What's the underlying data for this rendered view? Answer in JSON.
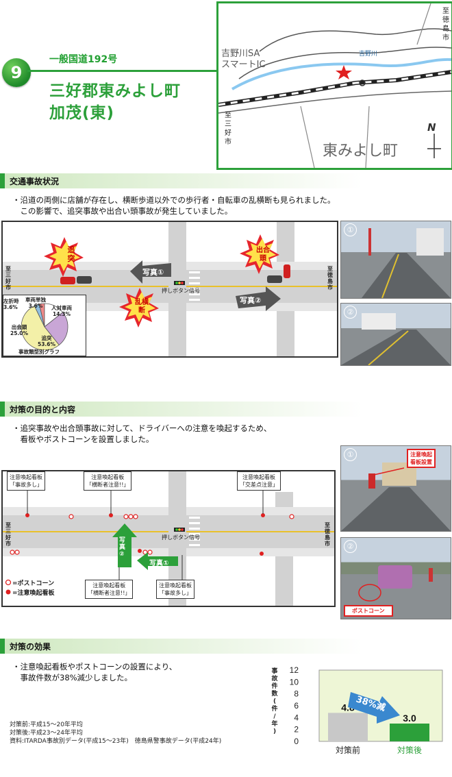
{
  "header": {
    "number": "9",
    "route": "一般国道192号",
    "title_line1": "三好郡東みよし町",
    "title_line2": "加茂(東)"
  },
  "map": {
    "to_tokushima": [
      "至",
      "徳",
      "島",
      "市"
    ],
    "to_miyoshi": [
      "至",
      "三",
      "好",
      "市"
    ],
    "sa_label_1": "吉野川SA",
    "sa_label_2": "スマートIC",
    "river_label": "吉野川",
    "town_label": "東みよし町",
    "north": "N"
  },
  "section1": {
    "heading": "交通事故状況",
    "text1": "・沿道の両側に店舗が存在し、横断歩道以外での歩行者・自転車の乱横断も見られました。",
    "text2": "　この影響で、追突事故や出合い頭事故が発生していました。"
  },
  "diagram1": {
    "left_end": [
      "至",
      "三",
      "好",
      "市"
    ],
    "right_end": [
      "至",
      "徳",
      "島",
      "市"
    ],
    "burst_rear": "追突",
    "burst_cross": "乱横断",
    "burst_head": "出合頭",
    "photo1_arrow": "写真①",
    "photo2_arrow": "写真②",
    "signal_label": "押しボタン信号"
  },
  "pie": {
    "caption": "事故類型別グラフ",
    "labels": [
      {
        "name": "左折時",
        "pct": "3.6%"
      },
      {
        "name": "車両単独",
        "pct": "3.6%"
      },
      {
        "name": "人対車両",
        "pct": "14.3%"
      },
      {
        "name": "出会頭",
        "pct": "25.0%"
      },
      {
        "name": "追突",
        "pct": "53.6%"
      }
    ],
    "values": [
      3.6,
      3.6,
      14.3,
      25.0,
      53.6
    ],
    "colors": [
      "#8fbde0",
      "#f08a8a",
      "#ffffff",
      "#c9a6d6",
      "#f3f0a8"
    ]
  },
  "photos1": [
    "①",
    "②"
  ],
  "section2": {
    "heading": "対策の目的と内容",
    "text1": "・追突事故や出合頭事故に対して、ドライバーへの注意を喚起するため、",
    "text2": "　看板やポストコーンを設置しました。"
  },
  "diagram2": {
    "signs_top": [
      {
        "l1": "注意喚起看板",
        "l2": "「事故多し」"
      },
      {
        "l1": "注意喚起看板",
        "l2": "「横断者注意!!」"
      },
      {
        "l1": "注意喚起看板",
        "l2": "「交差点注意」"
      }
    ],
    "signs_bottom": [
      {
        "l1": "注意喚起看板",
        "l2": "「横断者注意!!」"
      },
      {
        "l1": "注意喚起看板",
        "l2": "「事故多し」"
      }
    ],
    "legend_cone": "=ポストコーン",
    "legend_sign": "=注意喚起看板",
    "photo1_arrow": "写真①",
    "photo2_arrow": "写真②",
    "signal_label": "押しボタン信号",
    "left_end": [
      "至",
      "三",
      "好",
      "市"
    ],
    "right_end": [
      "至",
      "徳",
      "島",
      "市"
    ]
  },
  "photos2": {
    "num1": "①",
    "num2": "②",
    "callout1_l1": "注意喚起",
    "callout1_l2": "看板設置",
    "callout2": "ポストコーン"
  },
  "section3": {
    "heading": "対策の効果",
    "text1": "・注意喚起看板やポストコーンの設置により、",
    "text2": "　事故件数が38%減少しました。",
    "note1": "対策前:平成15～20年平均",
    "note2": "対策後:平成23～24年平均",
    "note3": "資料:ITARDA事故別データ(平成15～23年)　徳島県警事故データ(平成24年)"
  },
  "chart_data": {
    "type": "bar",
    "categories": [
      "対策前",
      "対策後"
    ],
    "values": [
      4.8,
      3.0
    ],
    "value_labels": [
      "4.8",
      "3.0"
    ],
    "ylabel": "事故件数(件/年)",
    "yticks": [
      "0",
      "2",
      "4",
      "6",
      "8",
      "10",
      "12"
    ],
    "ylim": [
      0,
      12
    ],
    "annotation": "38%減",
    "colors": [
      "#c8c8c8",
      "#2ca03a"
    ],
    "category_colors": [
      "#222222",
      "#2ca03a"
    ]
  }
}
